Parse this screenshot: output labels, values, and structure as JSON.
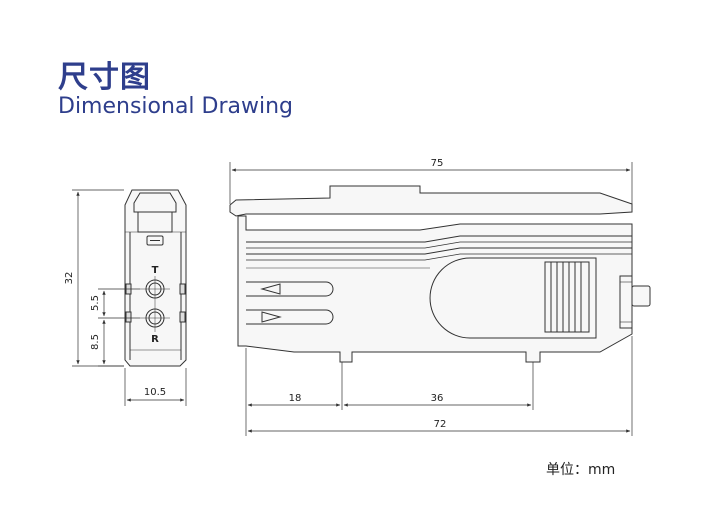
{
  "header": {
    "title_cn": "尺寸图",
    "title_en": "Dimensional Drawing"
  },
  "dimensions": {
    "overall_length": "75",
    "body_length": "72",
    "front_offset": "18",
    "rail_span": "36",
    "height": "32",
    "width": "10.5",
    "spacing_upper": "5.5",
    "spacing_lower": "8.5"
  },
  "labels": {
    "port_top": "T",
    "port_bottom": "R"
  },
  "footer": {
    "unit": "单位：mm"
  },
  "colors": {
    "title": "#2e3e8c",
    "line": "#333333",
    "body": "#f7f7f7"
  }
}
